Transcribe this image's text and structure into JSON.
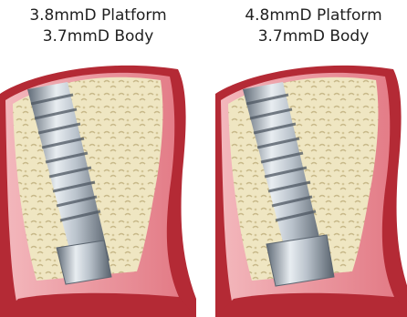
{
  "figure": {
    "panels": [
      {
        "platform_label": "3.8mmD Platform",
        "body_label": "3.7mmD Body"
      },
      {
        "platform_label": "4.8mmD Platform",
        "body_label": "3.7mmD Body"
      }
    ]
  },
  "colors": {
    "gum_dark": "#b42a35",
    "gum_mid": "#d24a55",
    "gum_light": "#f0a8ae",
    "bone": "#efe6c2",
    "implant_light": "#dfe5ea",
    "implant_dark": "#6f7a86"
  },
  "icons": [
    "dental-implant-illustration"
  ]
}
